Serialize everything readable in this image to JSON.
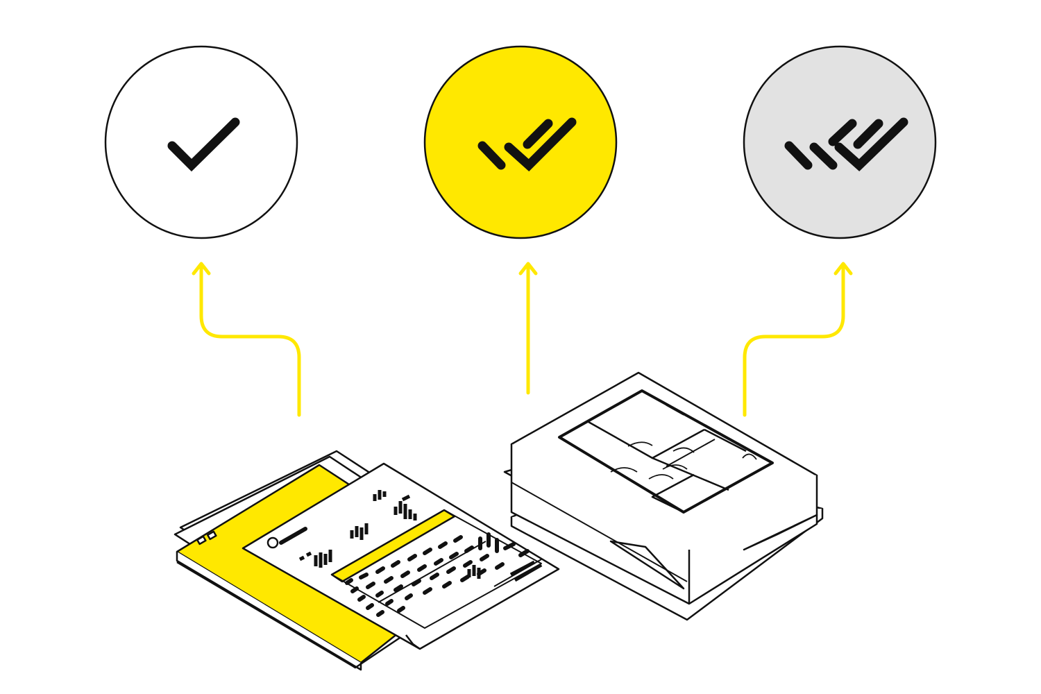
{
  "colors": {
    "accent": "#ffe800",
    "ink": "#111111",
    "grey_fill": "#e2e2e2",
    "paper": "#ffffff"
  },
  "badges": [
    {
      "name": "single-check",
      "fill": "#ffffff",
      "icon": "check-icon"
    },
    {
      "name": "double-check",
      "fill": "#ffe800",
      "icon": "double-check-icon"
    },
    {
      "name": "triple-check",
      "fill": "#e2e2e2",
      "icon": "triple-check-icon"
    }
  ],
  "arrows": {
    "color": "#ffe800",
    "count": 3
  },
  "document_stack": {
    "icon": "report-documents-icon"
  },
  "box_stack": {
    "icon": "floor-plan-boxes-icon"
  }
}
